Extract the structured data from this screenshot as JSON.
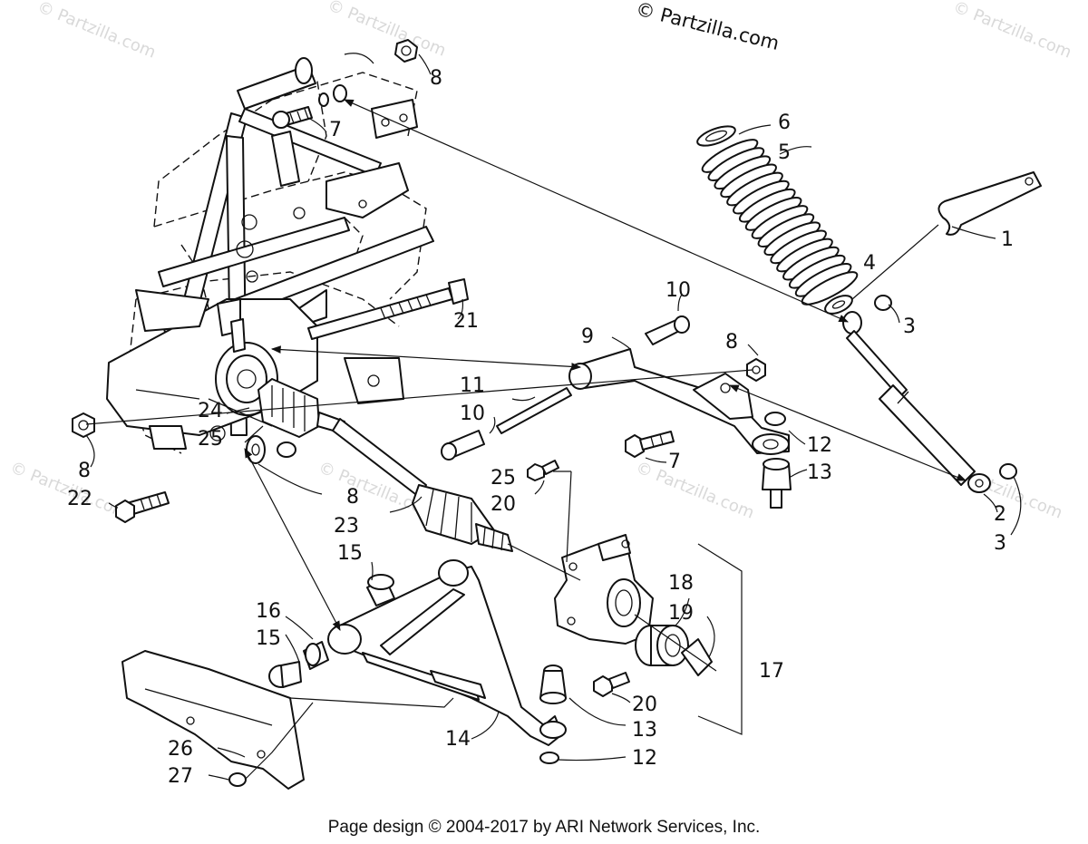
{
  "copyright_mark": "© Partzilla.com",
  "watermark_text": "© Partzilla.com",
  "footer": "Page design © 2004-2017 by ARI Network Services, Inc.",
  "callouts": [
    "1",
    "2",
    "3",
    "3",
    "4",
    "5",
    "6",
    "7",
    "7",
    "8",
    "8",
    "8",
    "8",
    "9",
    "10",
    "10",
    "11",
    "12",
    "12",
    "13",
    "13",
    "14",
    "15",
    "15",
    "16",
    "17",
    "18",
    "19",
    "20",
    "20",
    "21",
    "22",
    "23",
    "24",
    "25",
    "25",
    "26",
    "27"
  ],
  "colors": {
    "line": "#111111",
    "watermark": "#d9d9d9",
    "background": "#ffffff"
  }
}
